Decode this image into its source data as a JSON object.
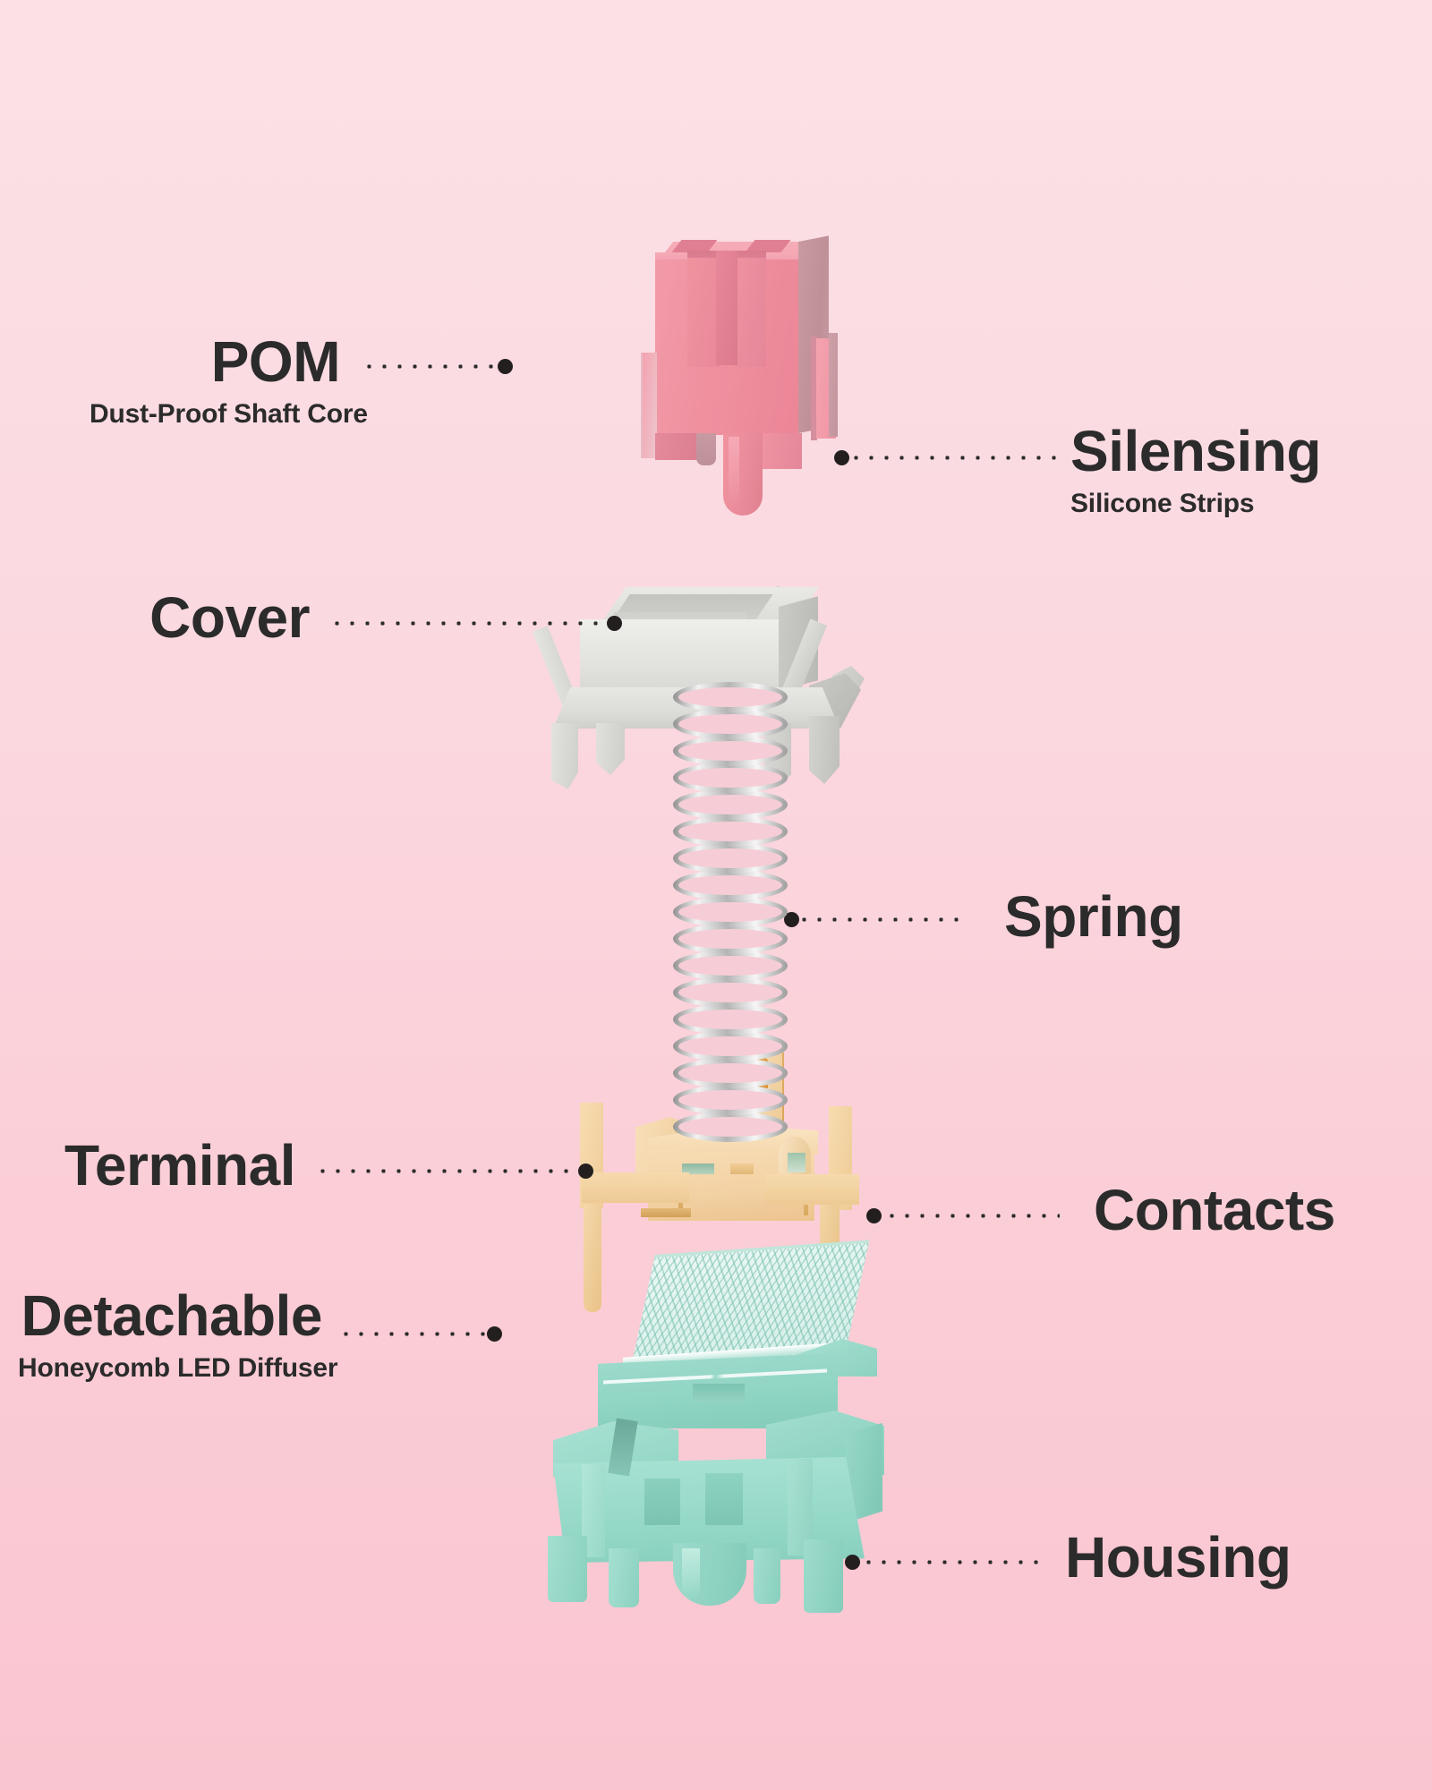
{
  "diagram": {
    "subject": "Mechanical keyboard switch exploded view",
    "background_top_color": "#fbe1e6",
    "background_bottom_color": "#f9c5d0",
    "label_color": "#2b2b2b"
  },
  "labels": [
    {
      "id": "pom",
      "title": "POM",
      "sub": "Dust-Proof Shaft Core",
      "side": "left",
      "color": "#2b2b2b"
    },
    {
      "id": "silensing",
      "title": "Silensing",
      "sub": "Silicone Strips",
      "side": "right",
      "color": "#2b2b2b"
    },
    {
      "id": "cover",
      "title": "Cover",
      "sub": "",
      "side": "left",
      "color": "#2b2b2b"
    },
    {
      "id": "spring",
      "title": "Spring",
      "sub": "",
      "side": "right",
      "color": "#2b2b2b"
    },
    {
      "id": "terminal",
      "title": "Terminal",
      "sub": "",
      "side": "left",
      "color": "#2b2b2b"
    },
    {
      "id": "contacts",
      "title": "Contacts",
      "sub": "",
      "side": "right",
      "color": "#2b2b2b"
    },
    {
      "id": "detachable",
      "title": "Detachable",
      "sub": "Honeycomb LED Diffuser",
      "side": "left",
      "color": "#2b2b2b"
    },
    {
      "id": "housing",
      "title": "Housing",
      "sub": "",
      "side": "right",
      "color": "#2b2b2b"
    }
  ],
  "parts": [
    {
      "id": "stem",
      "name": "POM dust-proof shaft core",
      "color": "#f0909f"
    },
    {
      "id": "silicone",
      "name": "Silicone damping strip",
      "color": "#c99aa1"
    },
    {
      "id": "cover",
      "name": "Top cover",
      "color": "#e3e3df"
    },
    {
      "id": "spring",
      "name": "Coil spring",
      "color": "#c0c0c0"
    },
    {
      "id": "terminal",
      "name": "Gold terminal leaf",
      "color": "#f3d2a4"
    },
    {
      "id": "diffuser",
      "name": "Honeycomb LED diffuser",
      "color": "#d4efe8"
    },
    {
      "id": "housing",
      "name": "Bottom housing",
      "color": "#99dbcb"
    }
  ]
}
